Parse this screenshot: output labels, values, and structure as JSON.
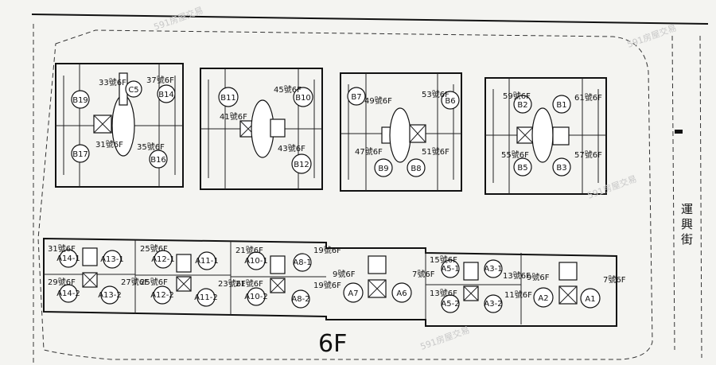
{
  "floor_label": "6F",
  "street_name": "運興街",
  "watermark": "591房屋交易",
  "top_buildings": [
    {
      "id": "tb1",
      "units": [
        {
          "code": "B19",
          "house_no": "33號6F"
        },
        {
          "code": "C5",
          "house_no": ""
        },
        {
          "code": "B14",
          "house_no": "37號6F"
        },
        {
          "code": "B17",
          "house_no": "31號6F"
        },
        {
          "code": "B16",
          "house_no": "35號6F"
        }
      ]
    },
    {
      "id": "tb2",
      "units": [
        {
          "code": "B11",
          "house_no": "41號6F"
        },
        {
          "code": "B10",
          "house_no": "45號6F"
        },
        {
          "code": "B12",
          "house_no": "43號6F"
        }
      ]
    },
    {
      "id": "tb3",
      "units": [
        {
          "code": "B7",
          "house_no": "49號6F"
        },
        {
          "code": "B6",
          "house_no": "53號6F"
        },
        {
          "code": "B9",
          "house_no": "47號6F"
        },
        {
          "code": "B8",
          "house_no": "51號6F"
        }
      ]
    },
    {
      "id": "tb4",
      "units": [
        {
          "code": "B2",
          "house_no": "59號6F"
        },
        {
          "code": "B1",
          "house_no": "61號6F"
        },
        {
          "code": "B5",
          "house_no": "55號6F"
        },
        {
          "code": "B3",
          "house_no": "57號6F"
        }
      ]
    }
  ],
  "bottom_blocks": [
    {
      "id": "bb1",
      "units": [
        {
          "code": "A14-1",
          "house_no": "31號6F"
        },
        {
          "code": "A13-1",
          "house_no": ""
        },
        {
          "code": "A14-2",
          "house_no": "29號6F"
        },
        {
          "code": "A13-2",
          "house_no": "27號6F"
        }
      ]
    },
    {
      "id": "bb2",
      "units": [
        {
          "code": "A12-1",
          "house_no": "25號6F"
        },
        {
          "code": "A11-1",
          "house_no": ""
        },
        {
          "code": "A12-2",
          "house_no": "25號6F"
        },
        {
          "code": "A11-2",
          "house_no": "23號6F"
        }
      ]
    },
    {
      "id": "bb3",
      "units": [
        {
          "code": "A10-1",
          "house_no": "21號6F"
        },
        {
          "code": "A8-1",
          "house_no": "19號6F"
        },
        {
          "code": "A10-2",
          "house_no": "21號6F"
        },
        {
          "code": "A8-2",
          "house_no": "19號6F"
        }
      ]
    },
    {
      "id": "bb4",
      "units": [
        {
          "code": "A7",
          "house_no": "9號6F"
        },
        {
          "code": "A6",
          "house_no": "7號6F"
        }
      ]
    },
    {
      "id": "bb5",
      "units": [
        {
          "code": "A5-1",
          "house_no": "15號6F"
        },
        {
          "code": "A3-1",
          "house_no": "13號6F"
        },
        {
          "code": "A5-2",
          "house_no": "13號6F"
        },
        {
          "code": "A3-2",
          "house_no": "11號6F"
        }
      ]
    },
    {
      "id": "bb6",
      "units": [
        {
          "code": "A2",
          "house_no": "9號6F"
        },
        {
          "code": "A1",
          "house_no": "7號6F"
        }
      ]
    }
  ]
}
